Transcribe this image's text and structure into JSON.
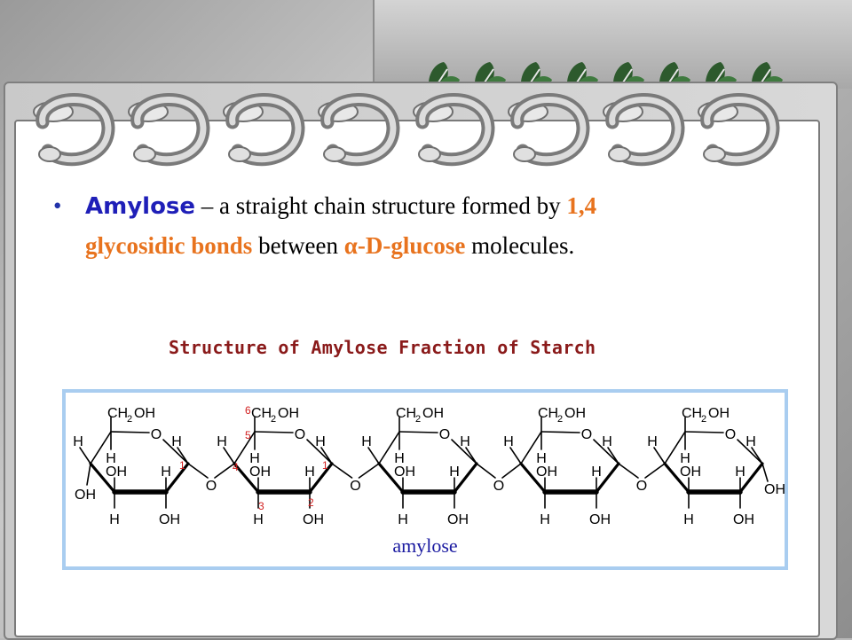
{
  "slide": {
    "bullet": {
      "term": "Amylose",
      "text_1": " – a straight chain structure formed by ",
      "highlight_1": "1,4 glycosidic bonds",
      "text_2": " between ",
      "highlight_2": "α-D-glucose",
      "text_3": " molecules."
    },
    "figure_title": "Structure of Amylose Fraction of Starch",
    "figure_caption": "amylose"
  },
  "diagram_labels": {
    "ch2oh": "CH",
    "subscript_2": "2",
    "oh_suffix": "OH",
    "ring_oxygen": "O",
    "hydrogen": "H",
    "hydroxyl": "OH",
    "bridge_oxygen": "O",
    "carbon_numbers": {
      "c1": "1",
      "c2": "2",
      "c3": "3",
      "c4": "4",
      "c5": "5",
      "c6": "6"
    }
  },
  "colors": {
    "term_blue": "#1f1fb8",
    "highlight_orange": "#e8731e",
    "title_maroon": "#8a1a1a",
    "figure_border": "#a9cdf0",
    "carbon_number_red": "#d21f1f",
    "caption_blue": "#1a1aa0"
  },
  "decorations": {
    "leaf_icon": "clover-leaf-icon",
    "ring_icon": "spiral-binder-ring-icon"
  }
}
